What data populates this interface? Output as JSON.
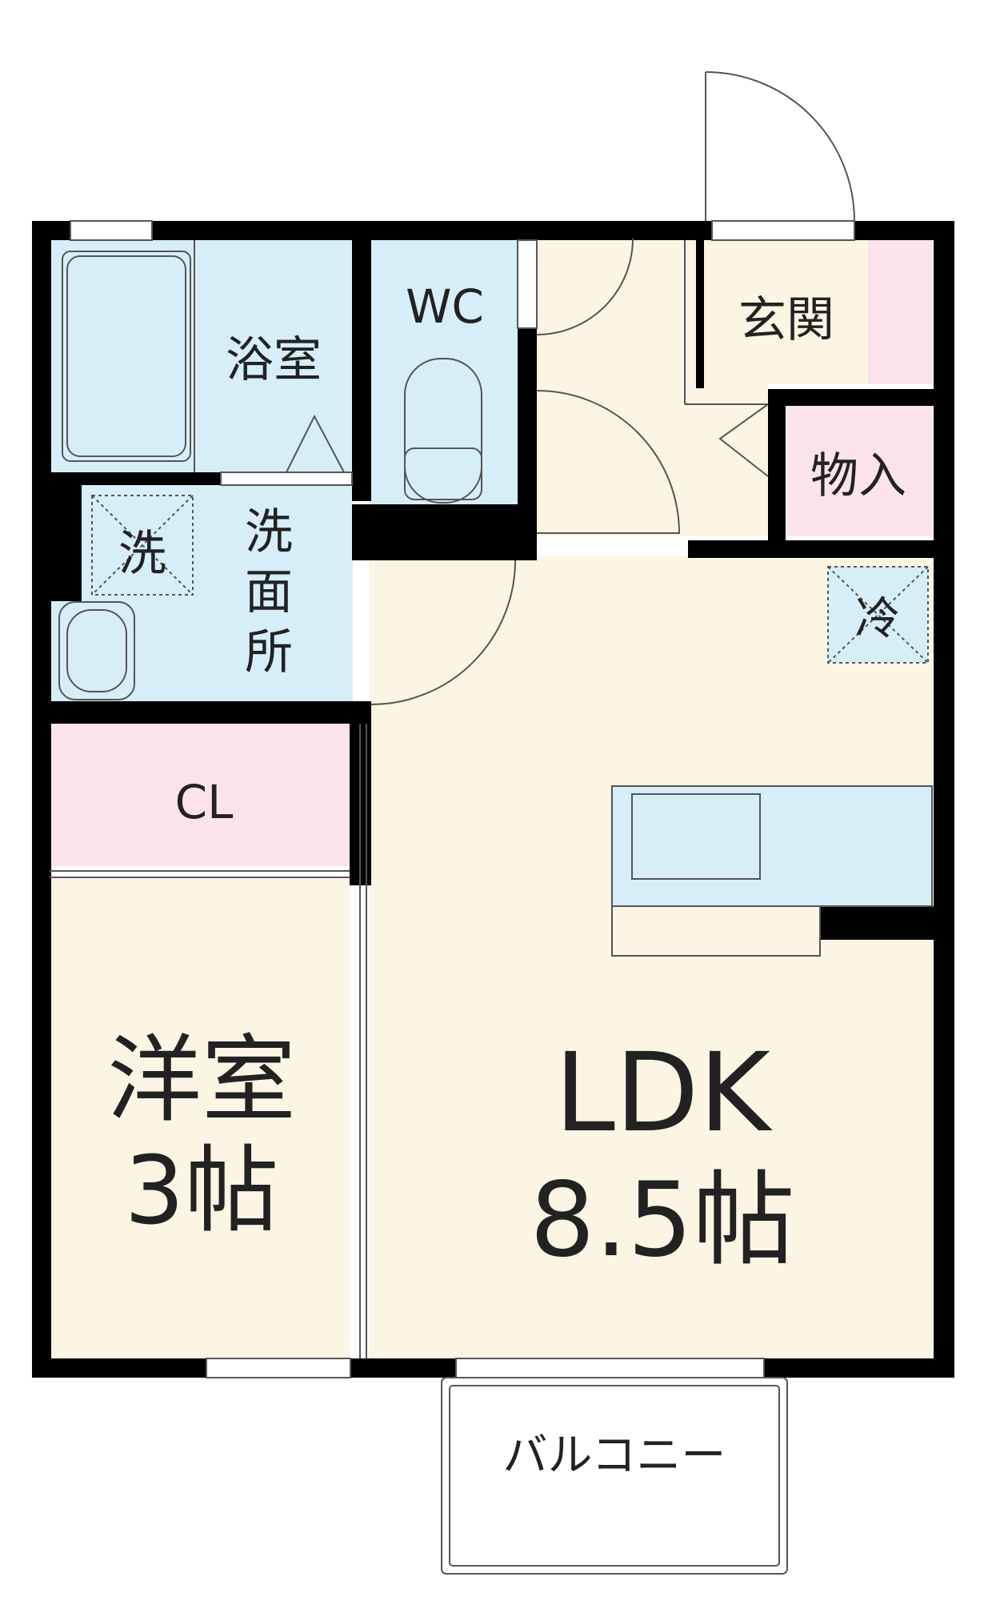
{
  "floorplan": {
    "colors": {
      "wall": "#000000",
      "wet_area": "#d6eef8",
      "living_area": "#fcf5e4",
      "storage": "#fbe3ec",
      "outline": "#555555"
    },
    "rooms": {
      "bath": "浴室",
      "toilet": "WC",
      "entrance": "玄関",
      "storage": "物入",
      "washer": "洗",
      "washroom": [
        "洗",
        "面",
        "所"
      ],
      "fridge": "冷",
      "closet": "CL",
      "western_room": "洋室",
      "western_room_size": "3帖",
      "ldk": "LDK",
      "ldk_size": "8.5帖",
      "balcony": "バルコニー"
    }
  }
}
